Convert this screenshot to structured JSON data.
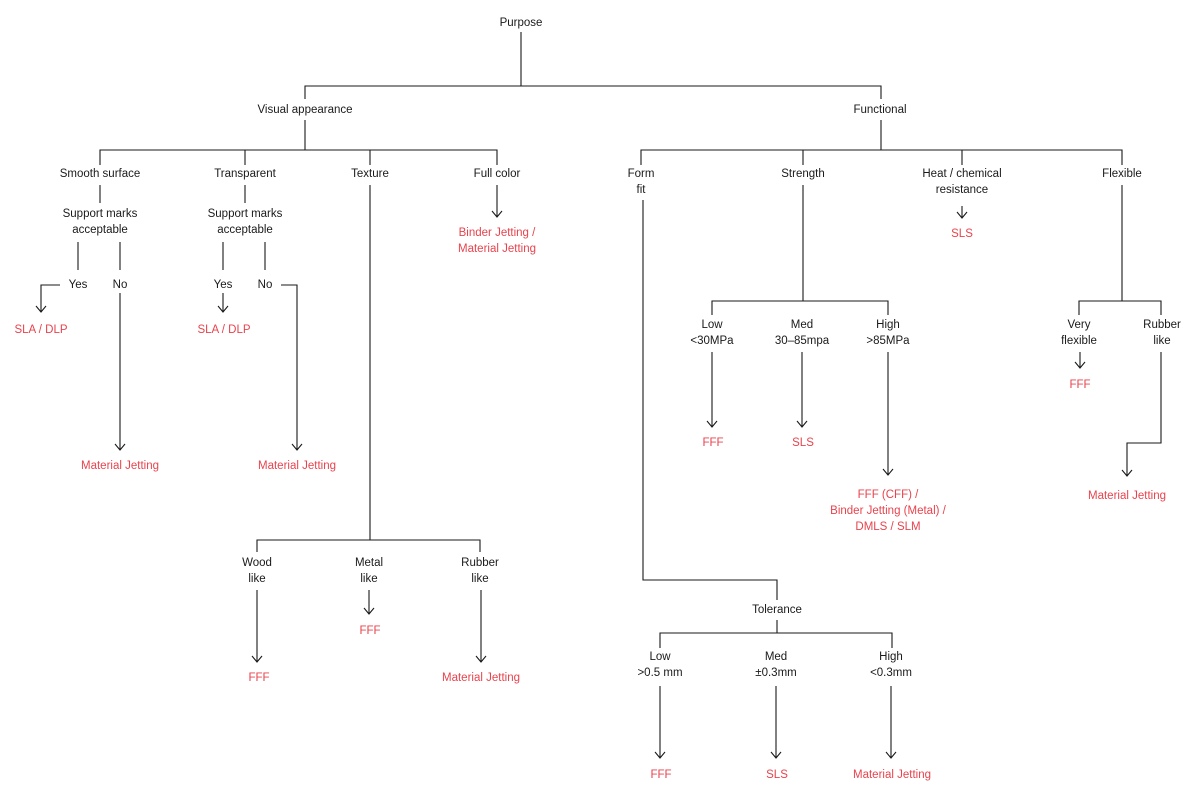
{
  "colors": {
    "line": "#1a1a1a",
    "text": "#1a1a1a",
    "result": "#e8434d"
  },
  "labels": {
    "purpose": "Purpose",
    "visual": "Visual appearance",
    "functional": "Functional",
    "smooth": "Smooth surface",
    "support1": "Support marks\nacceptable",
    "yes1": "Yes",
    "no1": "No",
    "transparent": "Transparent",
    "support2": "Support marks\nacceptable",
    "yes2": "Yes",
    "no2": "No",
    "texture": "Texture",
    "fullcolor": "Full color",
    "wood": "Wood\nlike",
    "metal": "Metal\nlike",
    "rubber": "Rubber\nlike",
    "formfit": "Form\nfit",
    "strength": "Strength",
    "heat": "Heat / chemical\nresistance",
    "flexible": "Flexible",
    "s_low": "Low\n<30MPa",
    "s_med": "Med\n30–85mpa",
    "s_high": "High\n>85MPa",
    "veryflex": "Very\nflexible",
    "rubberlike": "Rubber\nlike",
    "tolerance": "Tolerance",
    "t_low": "Low\n>0.5 mm",
    "t_med": "Med\n±0.3mm",
    "t_high": "High\n<0.3mm"
  },
  "results": {
    "r_sla1": "SLA / DLP",
    "r_mj1": "Material Jetting",
    "r_sla2": "SLA / DLP",
    "r_mj2": "Material Jetting",
    "r_fullcolor": "Binder Jetting /\nMaterial Jetting",
    "r_wood": "FFF",
    "r_metal": "FFF",
    "r_rubber": "Material Jetting",
    "r_heat": "SLS",
    "r_slow": "FFF",
    "r_smed": "SLS",
    "r_shigh": "FFF (CFF) /\nBinder Jetting (Metal) /\nDMLS / SLM",
    "r_veryflex": "FFF",
    "r_rubberlike": "Material Jetting",
    "r_tlow": "FFF",
    "r_tmed": "SLS",
    "r_thigh": "Material Jetting"
  }
}
